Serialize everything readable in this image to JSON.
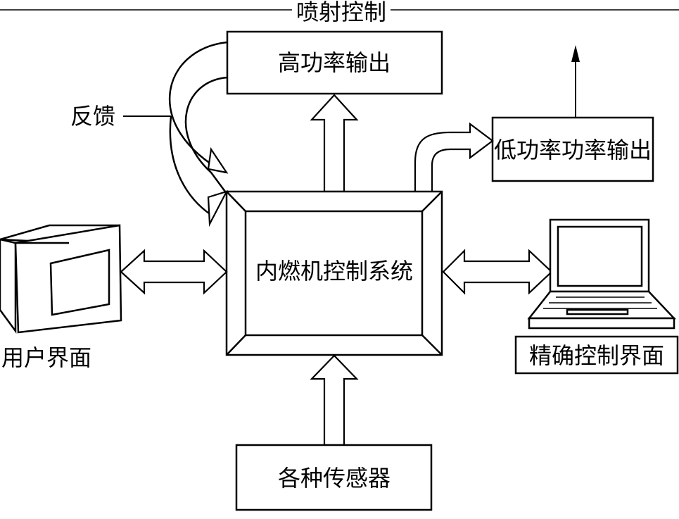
{
  "labels": {
    "top": "喷射控制",
    "high_power": "高功率输出",
    "feedback": "反馈",
    "low_power": "低功率功率输出",
    "core": "内燃机控制系统",
    "user_ui": "用户界面",
    "precise_ui": "精确控制界面",
    "sensors": "各种传感器"
  },
  "icons": {
    "crt_monitor": "crt-monitor-icon",
    "laptop": "laptop-icon"
  },
  "colors": {
    "line": "#000000",
    "background": "#ffffff"
  }
}
